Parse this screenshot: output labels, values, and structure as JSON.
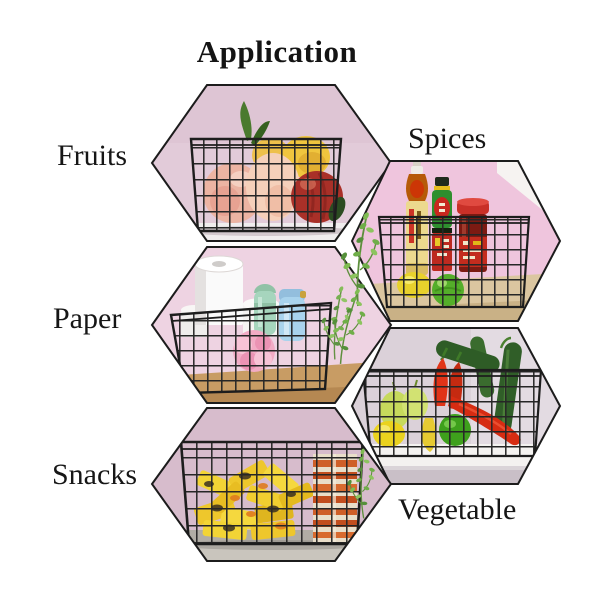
{
  "title": "Application",
  "applications": [
    {
      "label": "Fruits",
      "side": "left",
      "photo": "black wire basket with peaches, yellow mango and red apple on white table, pink wall"
    },
    {
      "label": "Spices",
      "side": "right",
      "photo": "black wire basket with oil bottle, green sauce bottle, red chili jar, lemon and lime on wooden table"
    },
    {
      "label": "Paper",
      "side": "left",
      "photo": "black wire basket with paper towel rolls, mint and blue thermos bottles and pink loofah on wooden table"
    },
    {
      "label": "Snacks",
      "side": "left",
      "photo": "large black wire basket filled with yellow snack packets on grey table"
    },
    {
      "label": "Vegetable",
      "side": "right",
      "photo": "black wire basket with red chilies, cucumbers, pears, lemon and lime on white shelf"
    }
  ],
  "decorations": [
    "green-plant-sprig-top",
    "green-plant-sprig-middle",
    "green-plant-sprig-bottom"
  ],
  "colors": {
    "background": "#ffffff",
    "hexagon_outline": "#1c1c1c",
    "text": "#161616",
    "wall_pink": "#e4ccda",
    "wall_pink_bright": "#efc5dd",
    "wall_mauve": "#d7bccc",
    "wall_grey_pink": "#dbd1d9",
    "basket_wire": "#222222",
    "table_wood": "#d0ac74",
    "table_white": "#f2f0ee",
    "table_grey": "#b1ada5",
    "leaf_green": "#6fae48",
    "peach": "#f0c0ac",
    "apple_red": "#a93028",
    "mango_yellow": "#f0c53e",
    "chili_red": "#d8301a",
    "cucumber_green": "#2e5c26",
    "lemon_yellow": "#e8d12c",
    "lime_green": "#54ae2a",
    "packet_yellow": "#eec72c",
    "packet_orange": "#df7a1e",
    "roll_white": "#fafafa",
    "thermos_mint": "#a6d5bd",
    "thermos_blue": "#a9d3ed",
    "loofah_pink": "#f2abc5"
  }
}
